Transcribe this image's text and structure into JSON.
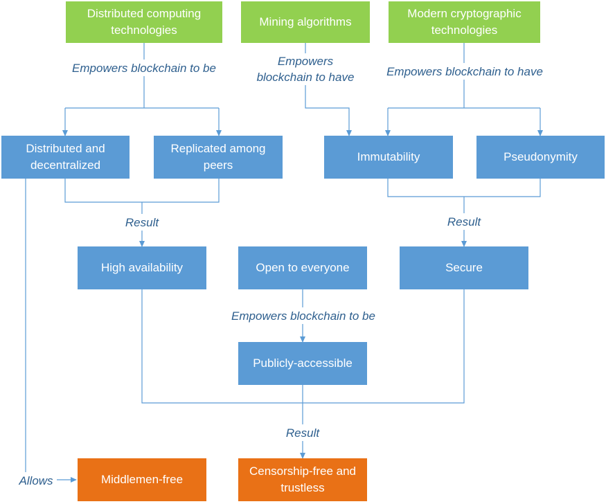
{
  "colors": {
    "source_fill": "#92d050",
    "property_fill": "#5b9bd5",
    "outcome_fill": "#e97116",
    "connector": "#5b9bd5",
    "edge_label_text": "#2e5f8e"
  },
  "boxes": {
    "distributed_computing": "Distributed computing\ntechnologies",
    "mining_algorithms": "Mining algorithms",
    "modern_crypto": "Modern cryptographic\ntechnologies",
    "distributed_decentralized": "Distributed and\ndecentralized",
    "replicated_peers": "Replicated among\npeers",
    "immutability": "Immutability",
    "pseudonymity": "Pseudonymity",
    "high_availability": "High availability",
    "open_everyone": "Open to everyone",
    "secure": "Secure",
    "publicly_accessible": "Publicly-accessible",
    "middlemen_free": "Middlemen-free",
    "censorship_free": "Censorship-free and\ntrustless"
  },
  "edge_labels": {
    "empowers_be_left": "Empowers blockchain to be",
    "empowers_have_mining": "Empowers\nblockchain to have",
    "empowers_have_crypto": "Empowers blockchain to have",
    "result_left": "Result",
    "result_right": "Result",
    "empowers_be_open": "Empowers blockchain to be",
    "result_bottom": "Result",
    "allows": "Allows"
  }
}
